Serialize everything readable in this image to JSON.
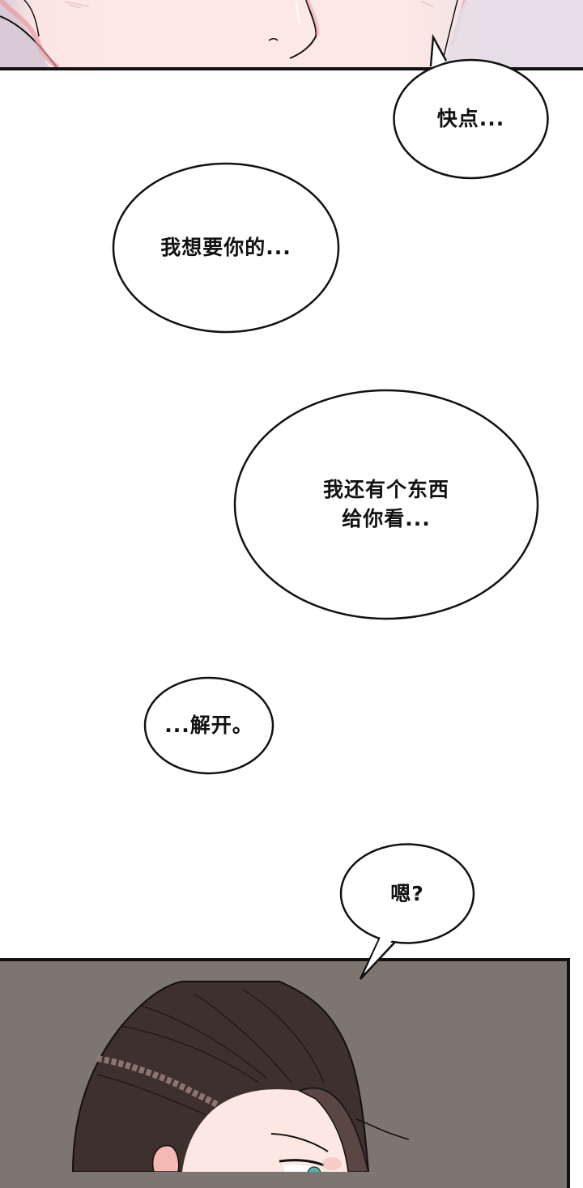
{
  "comic": {
    "panels": [
      {
        "id": "top",
        "description": "close-up of pink-skinned face (chin/lips) against lilac background"
      },
      {
        "id": "bottom",
        "description": "dark-brown-haired character, eyebrow furrowed, teal eye, gray background"
      }
    ],
    "bubbles": [
      {
        "text": "快点..."
      },
      {
        "text": "我想要你的..."
      },
      {
        "text": "我还有个东西\n给你看..."
      },
      {
        "text": "...解开。"
      },
      {
        "text": "嗯?"
      }
    ],
    "colors": {
      "top_bg": "#e6dde6",
      "skin": "#fde9e4",
      "bottom_bg": "#7c7570",
      "hair": "#3e302c",
      "eye": "#4fb3a8",
      "outline": "#111111"
    }
  }
}
